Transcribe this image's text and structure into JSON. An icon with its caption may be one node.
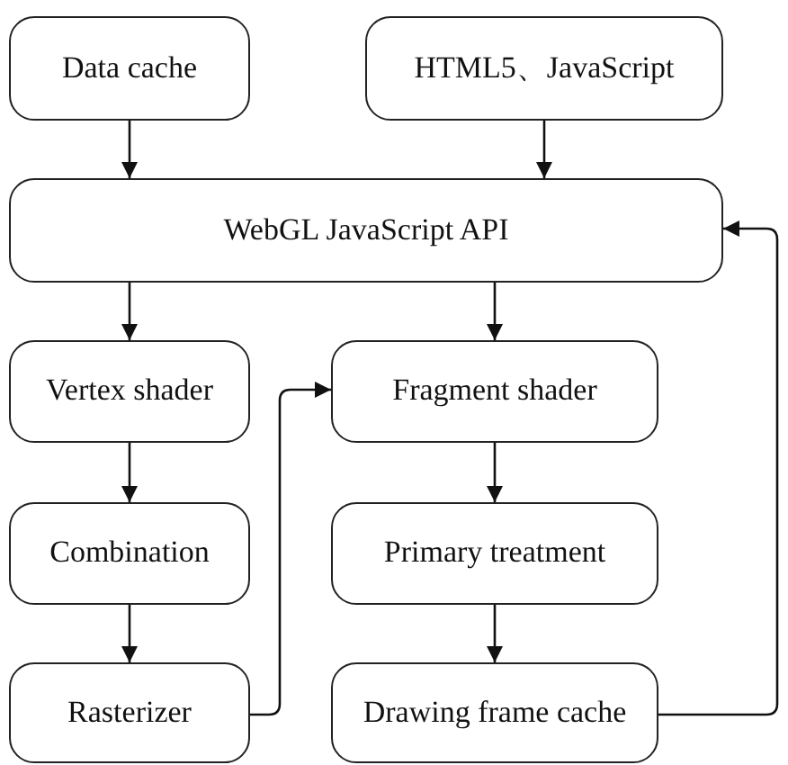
{
  "diagram": {
    "nodes": [
      {
        "text": [
          "Data cache"
        ]
      },
      {
        "text": [
          "HTML5、JavaScript"
        ]
      },
      {
        "text": [
          "WebGL JavaScript API"
        ]
      },
      {
        "text": [
          "Vertex shader"
        ]
      },
      {
        "text": [
          "Fragment shader"
        ]
      },
      {
        "text": [
          "Combination"
        ]
      },
      {
        "text": [
          "Primary treatment"
        ]
      },
      {
        "text": [
          "Rasterizer"
        ]
      },
      {
        "text": [
          "Drawing frame cache"
        ]
      }
    ],
    "edges": [
      {
        "from": 0,
        "to": 2,
        "arrow": "to"
      },
      {
        "from": 1,
        "to": 2,
        "arrow": "to"
      },
      {
        "from": 2,
        "to": 3,
        "arrow": "to"
      },
      {
        "from": 2,
        "to": 4,
        "arrow": "to"
      },
      {
        "from": 3,
        "to": 5,
        "arrow": "to"
      },
      {
        "from": 5,
        "to": 7,
        "arrow": "to"
      },
      {
        "from": 7,
        "to": 4,
        "arrow": "to"
      },
      {
        "from": 4,
        "to": 6,
        "arrow": "to"
      },
      {
        "from": 6,
        "to": 8,
        "arrow": "to"
      },
      {
        "from": 8,
        "to": 2,
        "arrow": "to"
      }
    ]
  }
}
